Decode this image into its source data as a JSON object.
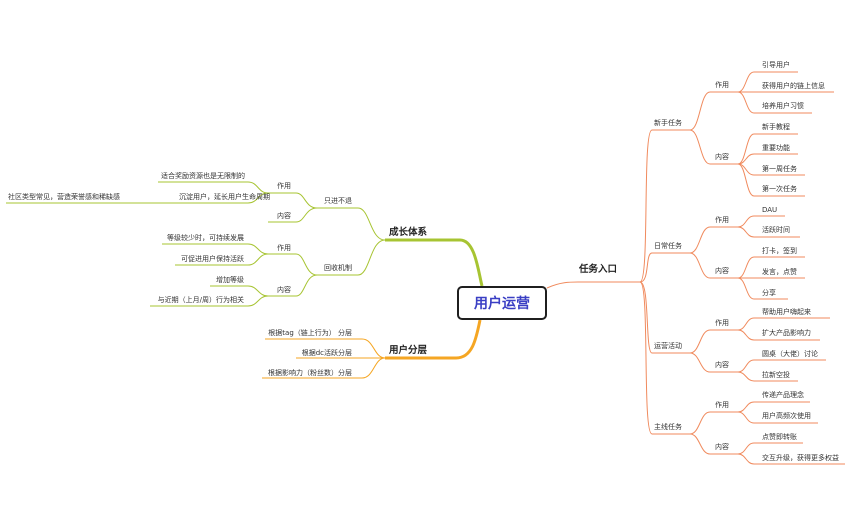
{
  "root": "用户运营",
  "colors": {
    "right": "#f08a5d",
    "growth": "#a7c432",
    "layer": "#f5a623",
    "root_text": "#3a3fc4"
  },
  "right": {
    "title": "任务入口",
    "newbie": {
      "label": "新手任务",
      "use": "作用",
      "use_items": [
        "引导用户",
        "获得用户的链上信息",
        "培养用户习惯"
      ],
      "content": "内容",
      "content_items": [
        "新手教程",
        "重要功能",
        "第一周任务",
        "第一次任务"
      ]
    },
    "daily": {
      "label": "日常任务",
      "use": "作用",
      "use_items": [
        "DAU",
        "活跃时间"
      ],
      "content": "内容",
      "content_items": [
        "打卡，签到",
        "发言，点赞",
        "分享"
      ]
    },
    "ops": {
      "label": "运营活动",
      "use": "作用",
      "use_items": [
        "帮助用户嗨起来",
        "扩大产品影响力"
      ],
      "content": "内容",
      "content_items": [
        "圆桌（大佬）讨论",
        "拉新空投"
      ]
    },
    "main": {
      "label": "主线任务",
      "use": "作用",
      "use_items": [
        "传递产品理念",
        "用户高频次使用"
      ],
      "content": "内容",
      "content_items": [
        "点赞即转账",
        "交互升级，获得更多权益"
      ]
    }
  },
  "growth": {
    "title": "成长体系",
    "keep": {
      "label": "只进不退",
      "use": "作用",
      "use_items": [
        "适合奖励资源也是无限制的",
        "沉淀用户，延长用户生命周期"
      ],
      "note": "社区类型常见，营造荣誉感和稀缺感",
      "content": "内容"
    },
    "recycle": {
      "label": "回收机制",
      "use": "作用",
      "use_items": [
        "等级较少时，可持续发展",
        "可促进用户保持活跃"
      ],
      "content": "内容",
      "content_items": [
        "增加等级",
        "与近期（上月/周）行为相关"
      ]
    }
  },
  "layer": {
    "title": "用户分层",
    "items": [
      "根据tag（链上行为） 分层",
      "根据dc活跃分层",
      "根据影响力（粉丝数）分层"
    ]
  }
}
